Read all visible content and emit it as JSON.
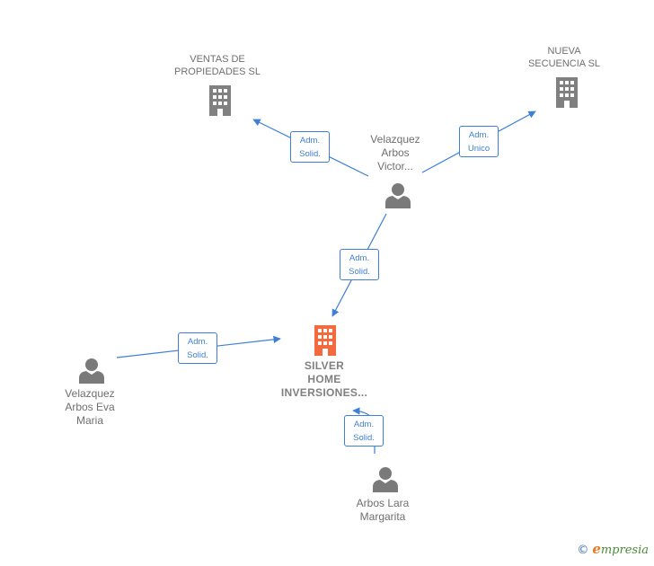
{
  "colors": {
    "edge": "#3f7fd4",
    "building": "#808080",
    "building_focus": "#f26a3d",
    "person": "#7a7a7a",
    "text": "#6f6f6f"
  },
  "nodes": {
    "ventas": {
      "label": "VENTAS DE\nPROPIEDADES SL",
      "icon": "building-icon"
    },
    "nueva": {
      "label": "NUEVA\nSECUENCIA SL",
      "icon": "building-icon"
    },
    "victor": {
      "label": "Velazquez\nArbos\nVictor...",
      "icon": "person-icon"
    },
    "silver": {
      "label": "SILVER\nHOME\nINVERSIONES...",
      "icon": "building-icon"
    },
    "eva": {
      "label": "Velazquez\nArbos Eva\nMaria",
      "icon": "person-icon"
    },
    "lara": {
      "label": "Arbos Lara\nMargarita",
      "icon": "person-icon"
    }
  },
  "edges": {
    "victor_ventas": "Adm.\nSolid.",
    "victor_nueva": "Adm.\nUnico",
    "victor_silver": "Adm.\nSolid.",
    "eva_silver": "Adm.\nSolid.",
    "lara_silver": "Adm.\nSolid."
  },
  "brand": {
    "copyright": "©",
    "first_letter": "e",
    "rest": "mpresia"
  }
}
